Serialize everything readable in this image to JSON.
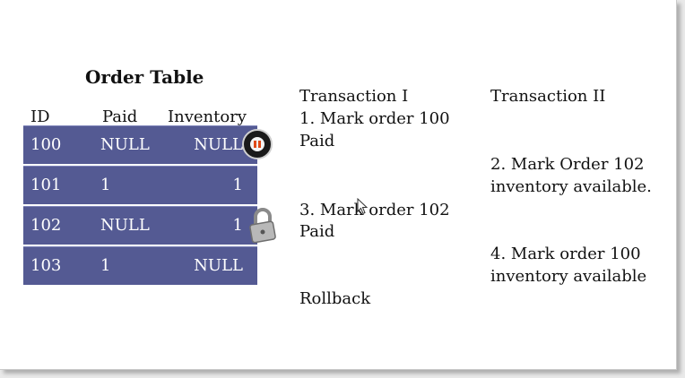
{
  "table": {
    "title": "Order Table",
    "columns": [
      "ID",
      "Paid",
      "Inventory"
    ],
    "rows": [
      {
        "id": "100",
        "paid": "NULL",
        "inventory": "NULL"
      },
      {
        "id": "101",
        "paid": "1",
        "inventory": "1"
      },
      {
        "id": "102",
        "paid": "NULL",
        "inventory": "1"
      },
      {
        "id": "103",
        "paid": "1",
        "inventory": "NULL"
      }
    ],
    "row_color": "#545a93"
  },
  "transaction1": {
    "heading": "Transaction I",
    "step1_line1": "1.  Mark order 100",
    "step1_line2": "Paid",
    "step3_line1": "3.  Mark order 102",
    "step3_line2": "Paid",
    "final": "Rollback"
  },
  "transaction2": {
    "heading": "Transaction II",
    "step2_line1": "2.  Mark Order 102",
    "step2_line2": "inventory available.",
    "step4_line1": "4.  Mark order 100",
    "step4_line2": "inventory available"
  },
  "icons": {
    "pause": "pause-icon",
    "lock": "lock-icon",
    "cursor": "mouse-cursor-icon"
  }
}
